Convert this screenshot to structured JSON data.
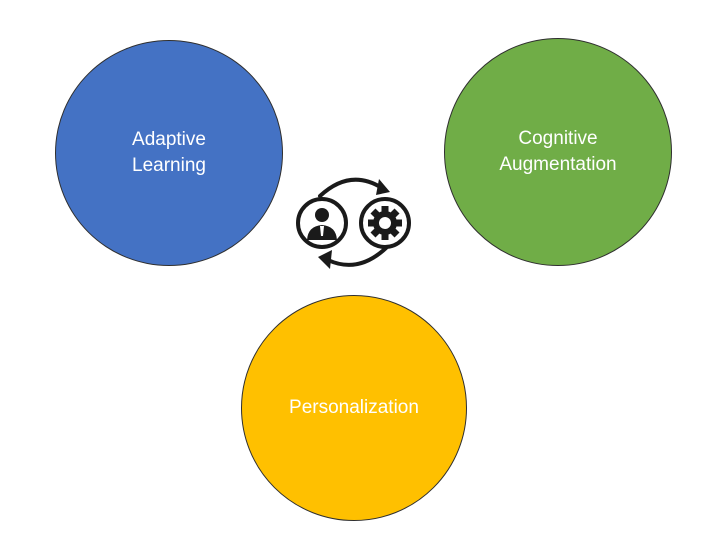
{
  "colors": {
    "adaptive": "#4472C4",
    "cognitive": "#70AD47",
    "personalization": "#FFC000",
    "icon": "#1a1a1a"
  },
  "nodes": [
    {
      "id": "adaptive",
      "label": "Adaptive\nLearning"
    },
    {
      "id": "cognitive",
      "label": "Cognitive\nAugmentation"
    },
    {
      "id": "personalization",
      "label": "Personalization"
    }
  ],
  "icons": {
    "center": "person-gear-cycle-icon"
  }
}
